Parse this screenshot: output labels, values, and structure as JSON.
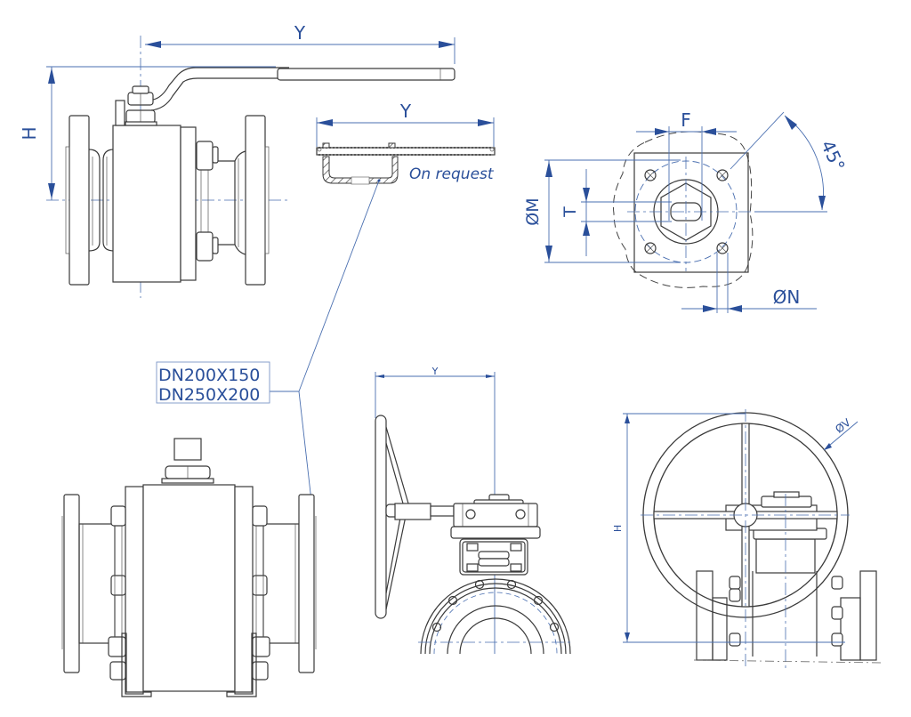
{
  "title": "Ball valve dimensional drawing",
  "colors": {
    "dimension": "#2a4f9a",
    "line": "#3a3a3a",
    "centerline": "#4a6fb0",
    "background": "#ffffff"
  },
  "views": {
    "lever_side": {
      "dim_width": "Y",
      "dim_height": "H"
    },
    "lever_extension": {
      "dim_width": "Y",
      "note": "On request"
    },
    "top_flange": {
      "dim_F": "F",
      "dim_M": "ØM",
      "dim_T": "T",
      "dim_N": "ØN",
      "angle": "45°"
    },
    "size_tag": {
      "line1": "DN200X150",
      "line2": "DN250X200"
    },
    "gear_side": {
      "dim_width": "Y"
    },
    "gear_front": {
      "dim_height": "H",
      "dim_wheel": "ØV"
    }
  }
}
